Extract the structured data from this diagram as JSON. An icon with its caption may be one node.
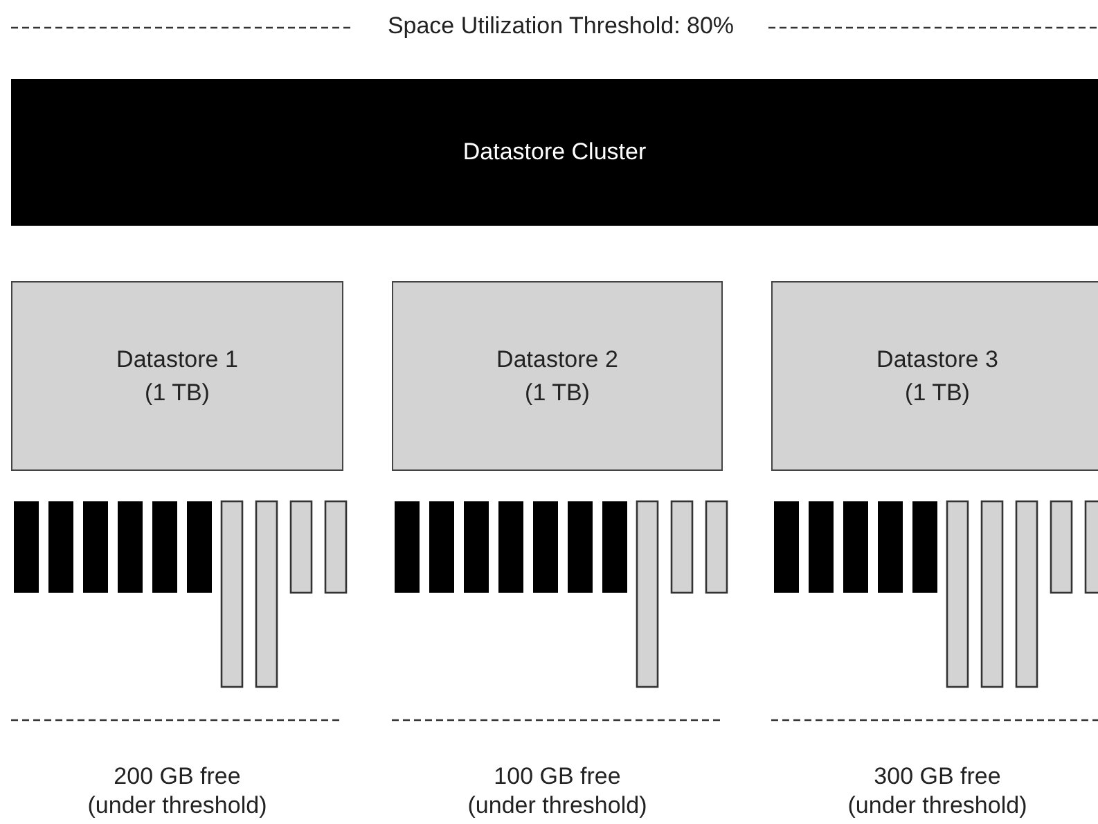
{
  "diagram": {
    "nodes": [
      {
        "text": [
          "Datastore Cluster"
        ]
      },
      {
        "text": [
          "Datastore 1",
          "(1 TB)"
        ]
      },
      {
        "text": [
          "Datastore 2",
          "(1 TB)"
        ]
      },
      {
        "text": [
          "Datastore 3",
          "(1 TB)"
        ]
      }
    ],
    "labels": [
      "Space Utilization Threshold: 80%",
      "200 GB free (under threshold)",
      "100 GB free (under threshold)",
      "300 GB free (under threshold)"
    ]
  }
}
